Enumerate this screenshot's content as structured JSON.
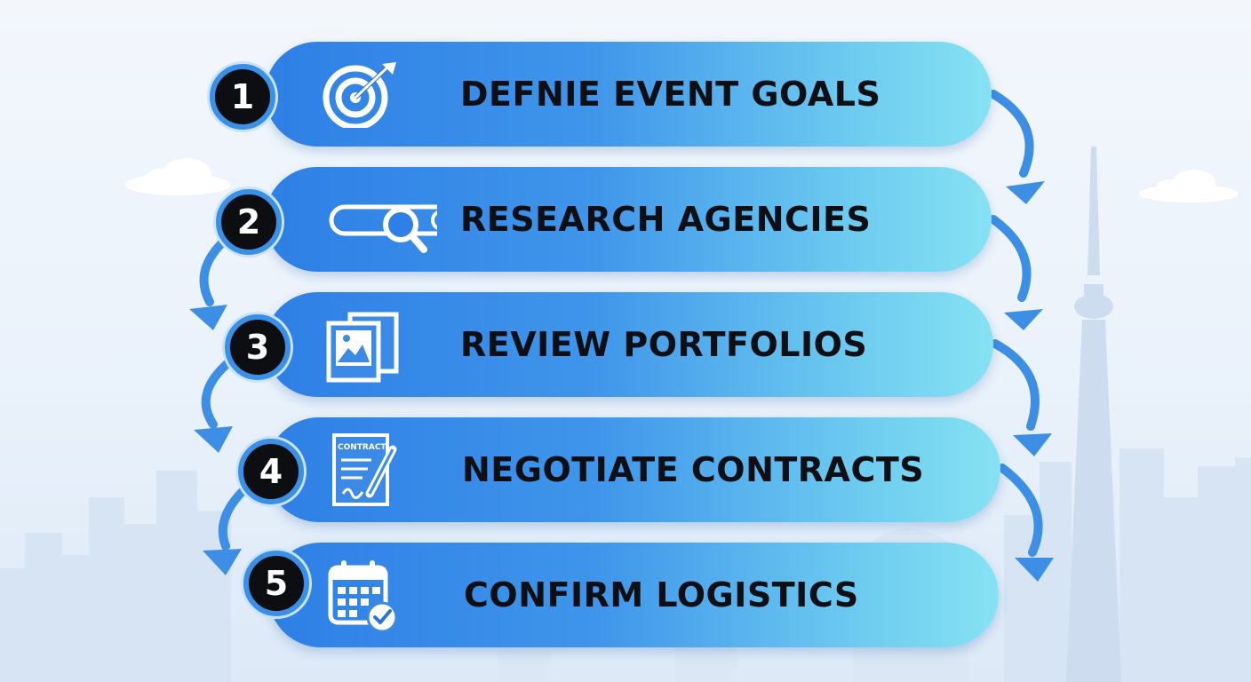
{
  "steps": [
    {
      "number": "1",
      "label": "DEFNIE EVENT GOALS",
      "icon": "target-icon"
    },
    {
      "number": "2",
      "label": "RESEARCH AGENCIES",
      "icon": "search-bar-icon"
    },
    {
      "number": "3",
      "label": "REVIEW PORTFOLIOS",
      "icon": "photo-gallery-icon"
    },
    {
      "number": "4",
      "label": "NEGOTIATE CONTRACTS",
      "icon": "contract-icon",
      "icon_text": "CONTRACT"
    },
    {
      "number": "5",
      "label": "CONFIRM LOGISTICS",
      "icon": "calendar-check-icon"
    }
  ],
  "colors": {
    "pill_start": "#2e7fe6",
    "pill_end": "#86e2f2",
    "arrow": "#3d8fe6",
    "number_fill": "#0c0e12",
    "label_text": "#0d0f14",
    "skyline": "#cfdff1"
  }
}
